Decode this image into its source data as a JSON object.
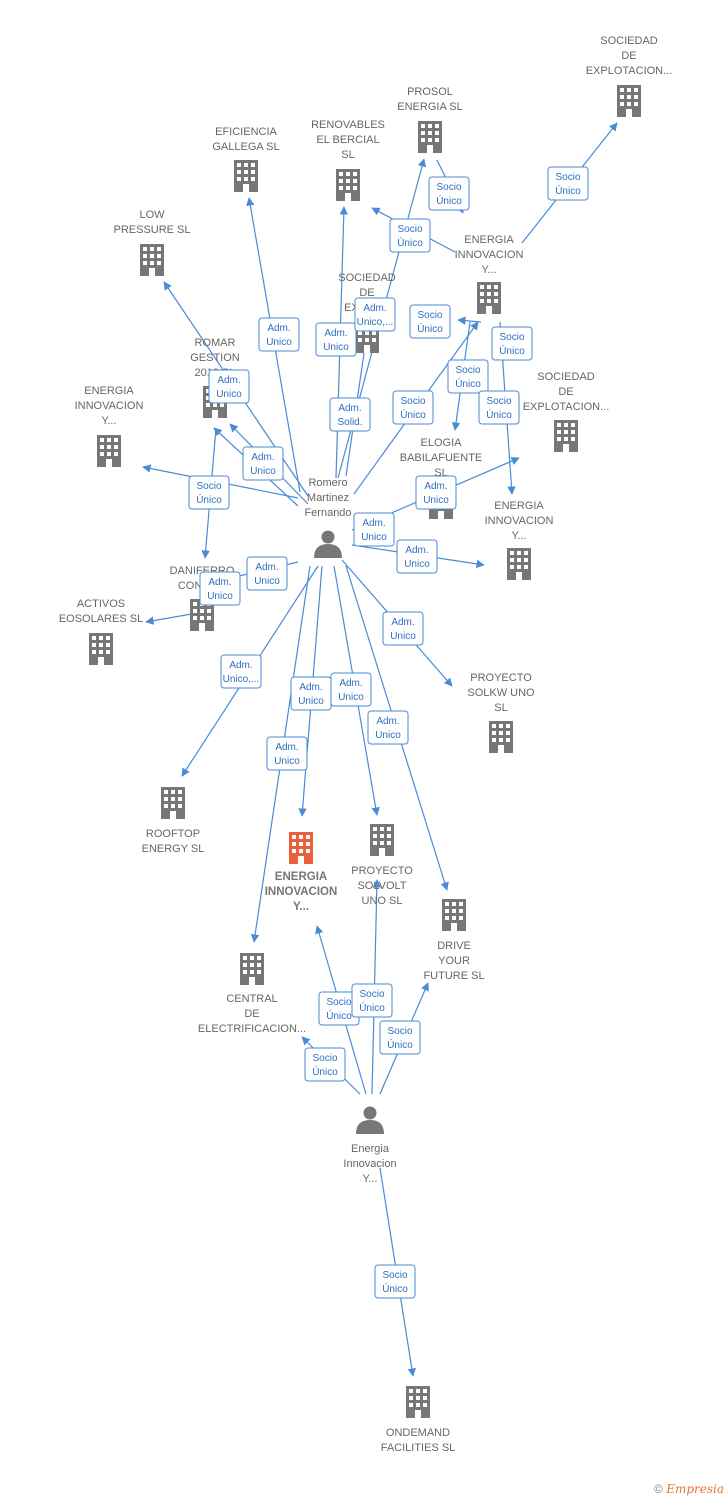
{
  "colors": {
    "edge": "#4a8bd6",
    "building": "#777777",
    "building_focus": "#e8603c",
    "person": "#777777"
  },
  "nodes": [
    {
      "id": "soc_expl_top",
      "type": "company",
      "lines": [
        "SOCIEDAD",
        "DE",
        "EXPLOTACION..."
      ]
    },
    {
      "id": "prosol",
      "type": "company",
      "lines": [
        "PROSOL",
        "ENERGIA  SL"
      ]
    },
    {
      "id": "renovables",
      "type": "company",
      "lines": [
        "RENOVABLES",
        "EL BERCIAL",
        "SL"
      ]
    },
    {
      "id": "eficiencia",
      "type": "company",
      "lines": [
        "EFICIENCIA",
        "GALLEGA SL"
      ]
    },
    {
      "id": "low_pressure",
      "type": "company",
      "lines": [
        "LOW",
        "PRESSURE  SL"
      ]
    },
    {
      "id": "energia_innov_top",
      "type": "company",
      "lines": [
        "ENERGIA",
        "INNOVACION",
        "Y..."
      ]
    },
    {
      "id": "soc_expl_mid",
      "type": "company",
      "lines": [
        "SOCIEDAD",
        "DE",
        "EXPLO..."
      ]
    },
    {
      "id": "romar",
      "type": "company",
      "lines": [
        "ROMAR",
        "GESTION",
        "2019 SL"
      ]
    },
    {
      "id": "soc_expl_right",
      "type": "company",
      "lines": [
        "SOCIEDAD",
        "DE",
        "EXPLOTACION..."
      ]
    },
    {
      "id": "energia_innov_left",
      "type": "company",
      "lines": [
        "ENERGIA",
        "INNOVACION",
        "Y..."
      ]
    },
    {
      "id": "elogia",
      "type": "company",
      "lines": [
        "ELOGIA",
        "BABILAFUENTE",
        "SL"
      ]
    },
    {
      "id": "energia_innov_right",
      "type": "company",
      "lines": [
        "ENERGIA",
        "INNOVACION",
        "Y..."
      ]
    },
    {
      "id": "daniferro",
      "type": "company",
      "lines": [
        "DANIFERRO",
        "CONTR..."
      ]
    },
    {
      "id": "activos",
      "type": "company",
      "lines": [
        "ACTIVOS",
        "EOSOLARES SL"
      ]
    },
    {
      "id": "proyecto_solkw",
      "type": "company",
      "lines": [
        "PROYECTO",
        "SOLKW UNO",
        "SL"
      ]
    },
    {
      "id": "rooftop",
      "type": "company",
      "lines": [
        "ROOFTOP",
        "ENERGY  SL"
      ]
    },
    {
      "id": "energia_innov_focus",
      "type": "company",
      "focus": true,
      "lines": [
        "ENERGIA",
        "INNOVACION",
        "Y..."
      ]
    },
    {
      "id": "proyecto_solvolt",
      "type": "company",
      "lines": [
        "PROYECTO",
        "SOLVOLT",
        "UNO  SL"
      ]
    },
    {
      "id": "drive",
      "type": "company",
      "lines": [
        "DRIVE",
        "YOUR",
        "FUTURE  SL"
      ]
    },
    {
      "id": "central",
      "type": "company",
      "lines": [
        "CENTRAL",
        "DE",
        "ELECTRIFICACION..."
      ]
    },
    {
      "id": "ondemand",
      "type": "company",
      "lines": [
        "ONDEMAND",
        "FACILITIES SL"
      ]
    },
    {
      "id": "romero",
      "type": "person",
      "lines": [
        "Romero",
        "Martinez",
        "Fernando"
      ]
    },
    {
      "id": "energia_person",
      "type": "person",
      "lines": [
        "Energia",
        "Innovacion",
        "Y..."
      ]
    }
  ],
  "relations": [
    [
      "Socio",
      "Único"
    ],
    [
      "Socio",
      "Único"
    ],
    [
      "Socio",
      "Único"
    ],
    [
      "Adm.",
      "Unico"
    ],
    [
      "Adm.",
      "Unico"
    ],
    [
      "Adm.",
      "Unico,..."
    ],
    [
      "Socio",
      "Único"
    ],
    [
      "Socio",
      "Único"
    ],
    [
      "Adm.",
      "Unico"
    ],
    [
      "Socio",
      "Único"
    ],
    [
      "Adm.",
      "Solid."
    ],
    [
      "Socio",
      "Único"
    ],
    [
      "Socio",
      "Único"
    ],
    [
      "Adm.",
      "Unico"
    ],
    [
      "Socio",
      "Único"
    ],
    [
      "Adm.",
      "Unico"
    ],
    [
      "Adm.",
      "Unico"
    ],
    [
      "Adm.",
      "Unico"
    ],
    [
      "Adm.",
      "Unico"
    ],
    [
      "Adm.",
      "Unico"
    ],
    [
      "Adm.",
      "Unico"
    ],
    [
      "Adm.",
      "Unico,..."
    ],
    [
      "Adm.",
      "Unico"
    ],
    [
      "Adm.",
      "Unico"
    ],
    [
      "Adm.",
      "Unico"
    ],
    [
      "Adm.",
      "Unico"
    ],
    [
      "Socio",
      "Único"
    ],
    [
      "Socio",
      "Único"
    ],
    [
      "Socio",
      "Único"
    ],
    [
      "Socio",
      "Único"
    ],
    [
      "Socio",
      "Único"
    ]
  ],
  "footer": {
    "copyright": "©",
    "brand": "Empresia"
  }
}
